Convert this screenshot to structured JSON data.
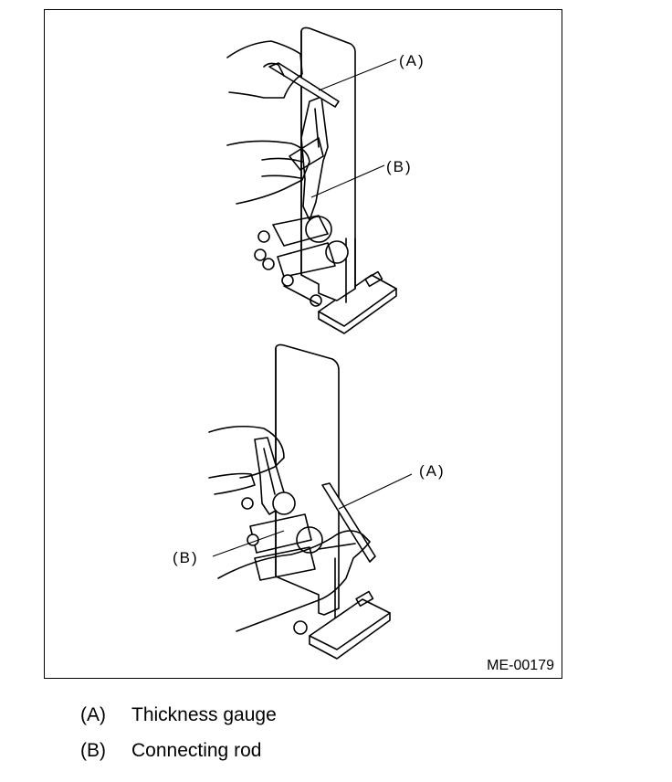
{
  "figure": {
    "code": "ME-00179",
    "upper_view": {
      "callout_a": "(A)",
      "callout_b": "(B)"
    },
    "lower_view": {
      "callout_a": "(A)",
      "callout_b": "(B)"
    }
  },
  "legend": [
    {
      "key": "(A)",
      "text": "Thickness gauge"
    },
    {
      "key": "(B)",
      "text": "Connecting rod"
    }
  ]
}
